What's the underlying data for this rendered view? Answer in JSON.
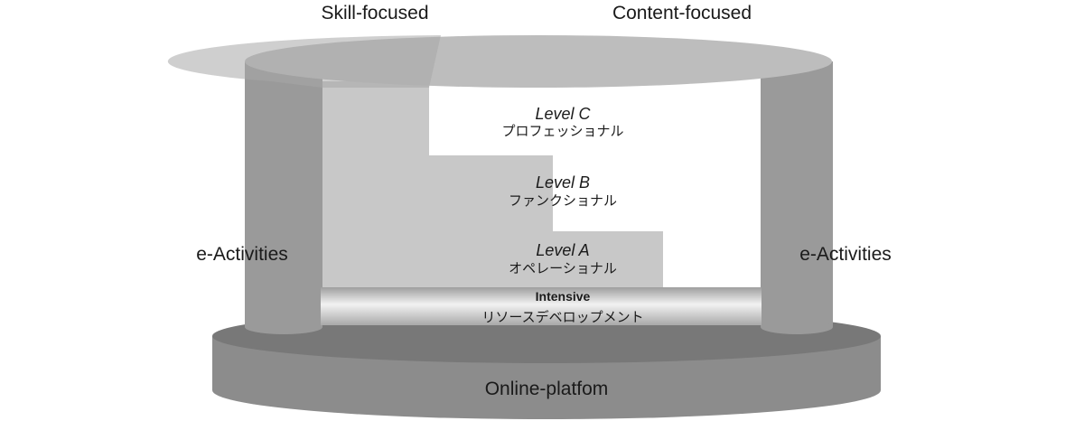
{
  "top_labels": {
    "left": "Skill-focused",
    "right": "Content-focused"
  },
  "side_labels": {
    "left": "e-Activities",
    "right": "e-Activities"
  },
  "levels": [
    {
      "title": "Level C",
      "subtitle": "プロフェッショナル"
    },
    {
      "title": "Level B",
      "subtitle": "ファンクショナル"
    },
    {
      "title": "Level A",
      "subtitle": "オペレーショナル"
    }
  ],
  "foundation": {
    "title": "Intensive",
    "subtitle": "リソースデベロップメント"
  },
  "platform": {
    "label": "Online-platfom"
  },
  "colors": {
    "platform_side": "#8c8c8c",
    "platform_top": "#787878",
    "pillar": "#9a9a9a",
    "roof": "#bdbdbd",
    "skill_area": "#c8c8c8",
    "content_area": "#ffffff"
  }
}
